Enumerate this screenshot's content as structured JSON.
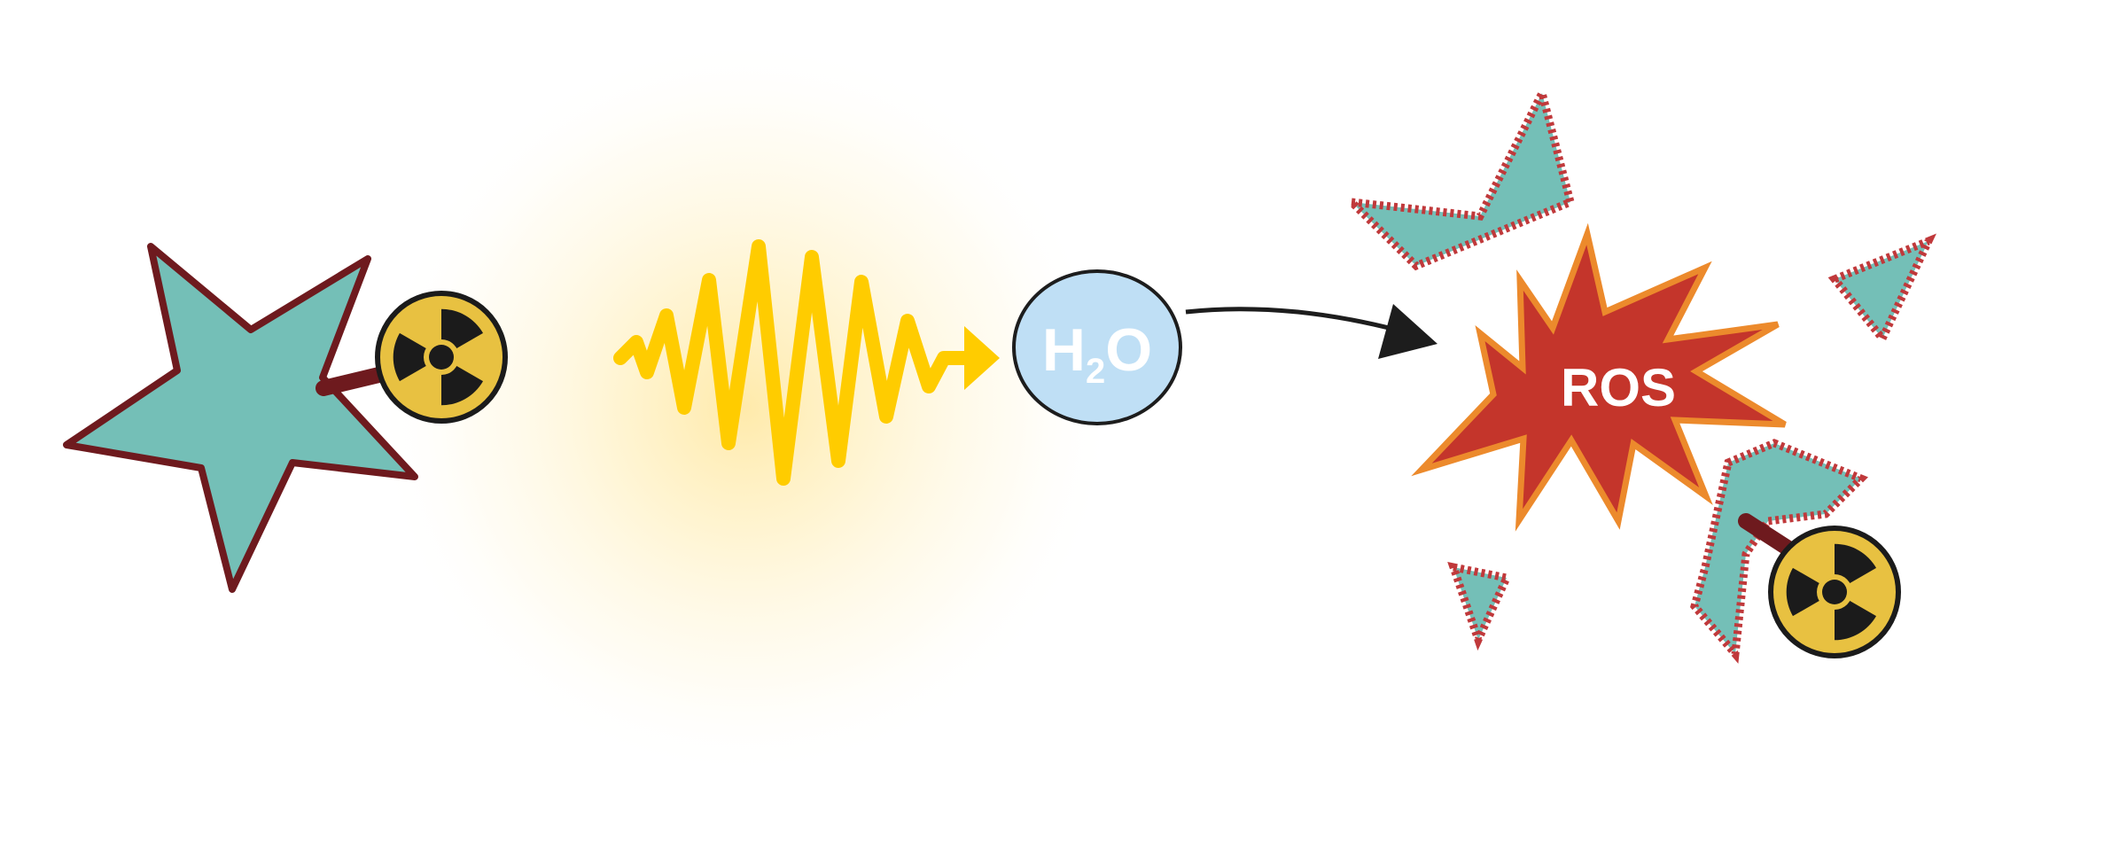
{
  "water": {
    "main": "H",
    "sub": "2",
    "tail": "O"
  },
  "burst": {
    "label": "ROS"
  },
  "colors": {
    "background": "#ffffff",
    "fragment_fill": "#74bfb7",
    "fragment_stroke": "#6e1a1e",
    "fragment_dashed_edge": "#c0393b",
    "radioactive_disc": "#e8c141",
    "radioactive_symbol": "#1b1b1b",
    "wave": "#ffcc00",
    "glow": "#fff3c4",
    "water_fill": "#bfdff5",
    "water_text": "#ffffff",
    "burst_fill": "#c4352b",
    "burst_stroke": "#ec8a2c",
    "burst_text": "#ffffff",
    "arrow": "#1d1d1d"
  },
  "icons": {
    "ligand": "star-shape",
    "isotope": "radioactive-trefoil-icon",
    "radiation": "wave-arrow",
    "water": "circle",
    "ros": "starburst",
    "fragments": "broken-star-pieces"
  }
}
